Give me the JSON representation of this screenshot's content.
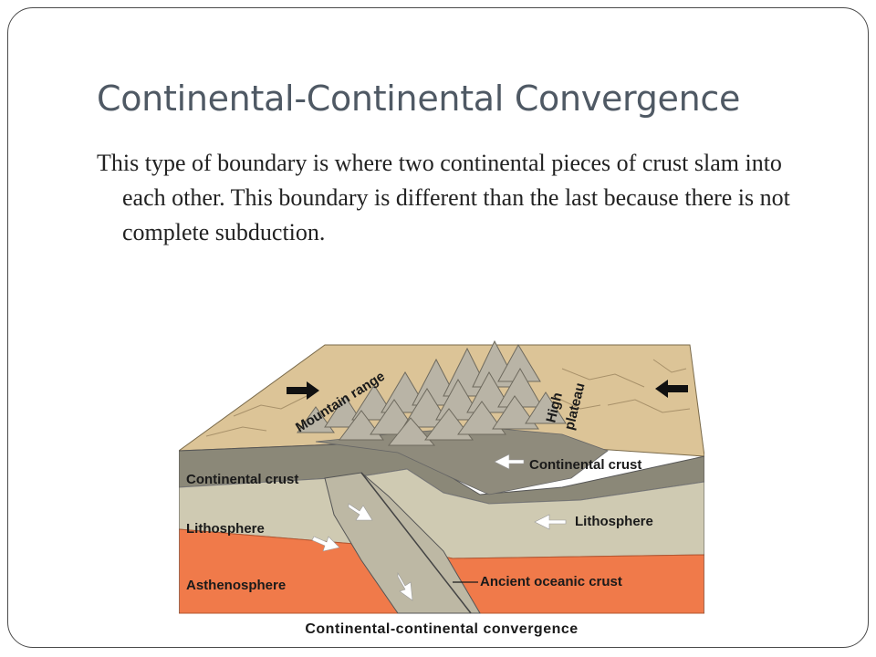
{
  "slide": {
    "title": "Continental-Continental Convergence",
    "body": "This type of boundary is where two continental pieces of crust slam into each other.  This boundary is different than the last because there is not complete subduction."
  },
  "diagram": {
    "caption": "Continental-continental convergence",
    "labels": {
      "mountain_range": "Mountain range",
      "high_plateau_line1": "High",
      "high_plateau_line2": "plateau",
      "left_continental_crust": "Continental crust",
      "left_lithosphere": "Lithosphere",
      "left_asthenosphere": "Asthenosphere",
      "right_continental_crust": "Continental crust",
      "right_lithosphere": "Lithosphere",
      "ancient_oceanic_crust": "Ancient oceanic crust"
    },
    "colors": {
      "surface": "#dcc497",
      "crust": "#8b8878",
      "lithosphere": "#cfcab2",
      "asthenosphere": "#f07a4a",
      "mountains": "#b9b4a6"
    }
  }
}
